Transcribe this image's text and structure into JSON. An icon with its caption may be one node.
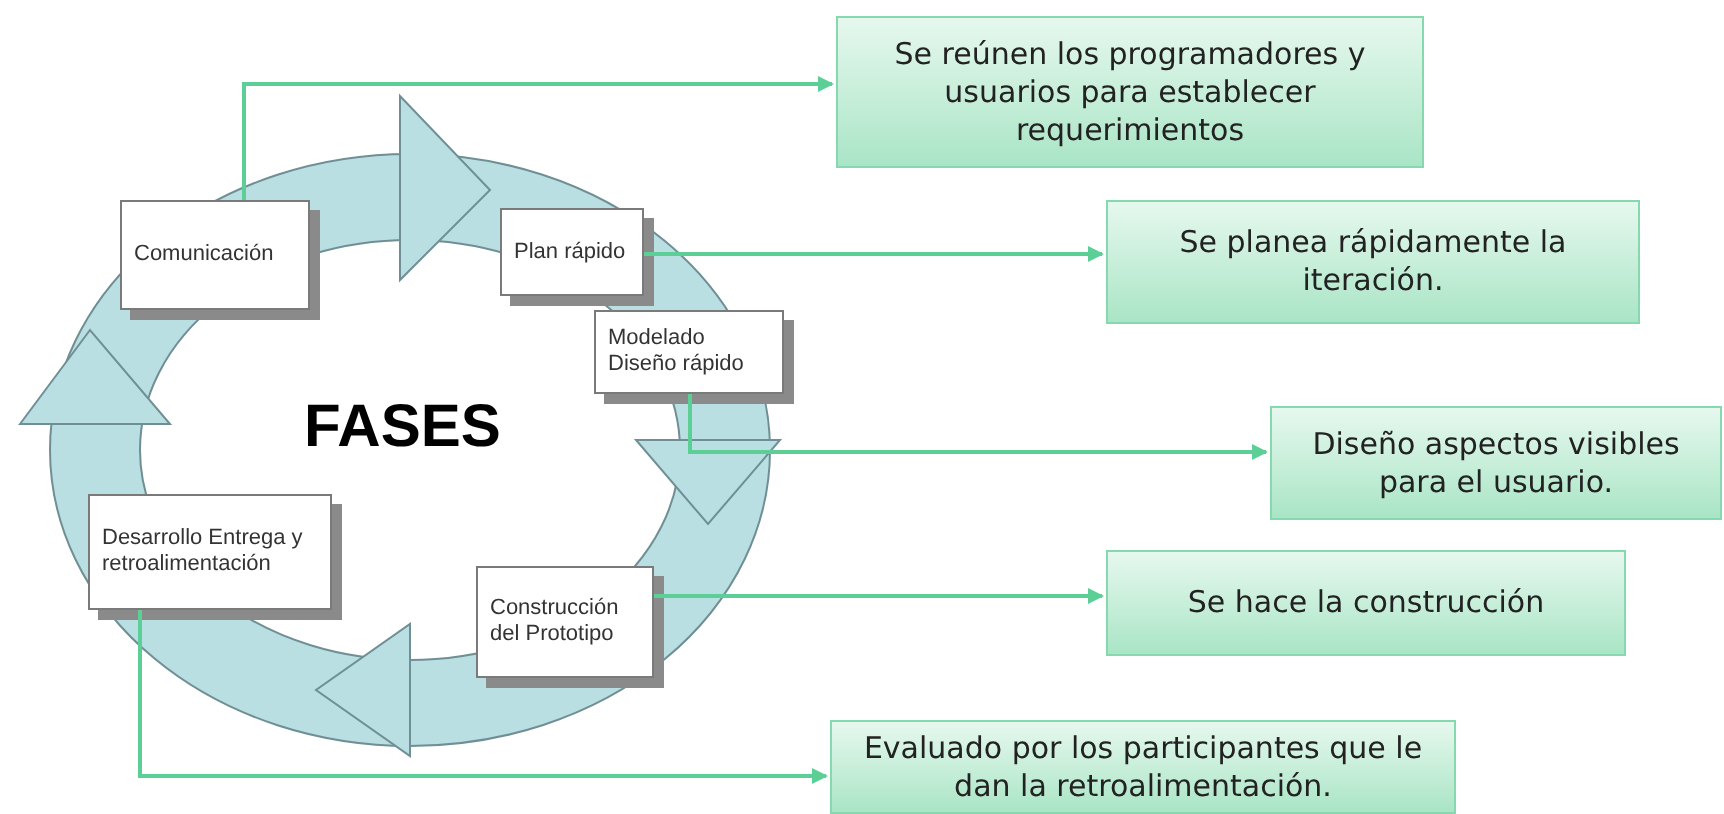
{
  "diagram": {
    "nodes": [
      {
        "text": [
          "Comunicación"
        ]
      },
      {
        "text": [
          "Plan rápido"
        ]
      },
      {
        "text": [
          "Modelado Diseño rápido"
        ]
      },
      {
        "text": [
          "Construcción del Prototipo"
        ]
      },
      {
        "text": [
          "Desarrollo Entrega y retroalimentación"
        ]
      },
      {
        "text": [
          "Se reúnen los programadores y usuarios para establecer requerimientos"
        ]
      },
      {
        "text": [
          "Se planea rápidamente la iteración."
        ]
      },
      {
        "text": [
          "Diseño aspectos visibles para el usuario."
        ]
      },
      {
        "text": [
          "Se hace la construcción"
        ]
      },
      {
        "text": [
          "Evaluado por los participantes que le dan la retroalimentación."
        ]
      }
    ],
    "edges": [
      {
        "from": 0,
        "to": 5,
        "arrow": "to"
      },
      {
        "from": 1,
        "to": 6,
        "arrow": "to"
      },
      {
        "from": 2,
        "to": 7,
        "arrow": "to"
      },
      {
        "from": 3,
        "to": 8,
        "arrow": "to"
      },
      {
        "from": 4,
        "to": 9,
        "arrow": "to"
      }
    ],
    "labels": [
      "FASES"
    ]
  }
}
